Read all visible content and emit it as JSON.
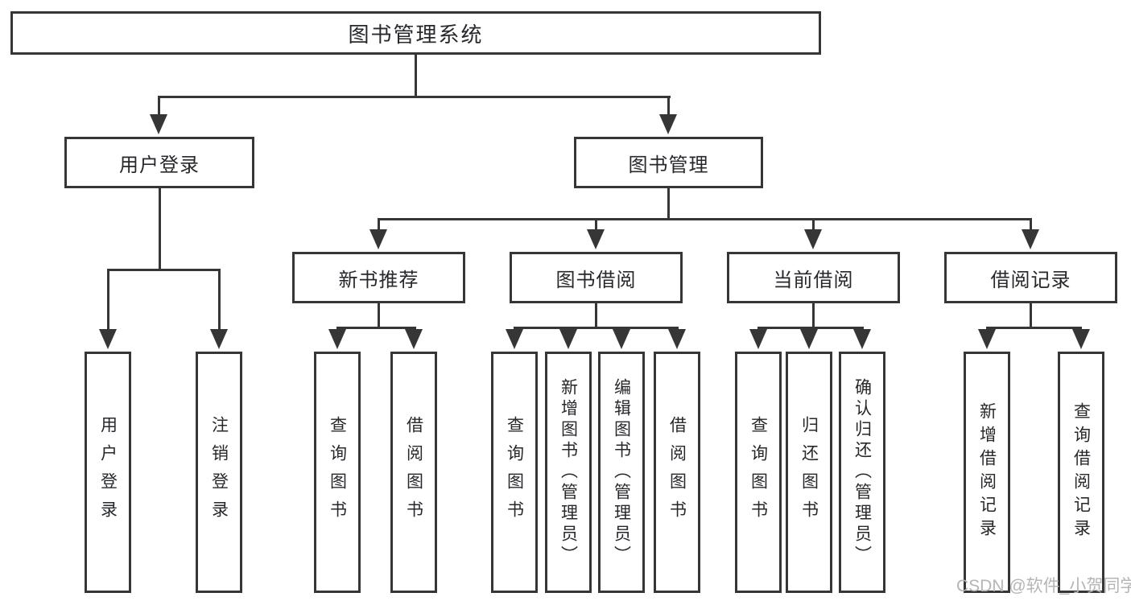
{
  "title": {
    "label": "图书管理系统"
  },
  "level2": [
    {
      "label": "用户登录"
    },
    {
      "label": "图书管理"
    }
  ],
  "level3": [
    {
      "label": "新书推荐"
    },
    {
      "label": "图书借阅"
    },
    {
      "label": "当前借阅"
    },
    {
      "label": "借阅记录"
    }
  ],
  "leaves": [
    {
      "label": "用户登录"
    },
    {
      "label": "注销登录"
    },
    {
      "label": "查询图书"
    },
    {
      "label": "借阅图书"
    },
    {
      "label": "查询图书"
    },
    {
      "label": "新增图书（管理员）"
    },
    {
      "label": "编辑图书（管理员）"
    },
    {
      "label": "借阅图书"
    },
    {
      "label": "查询图书"
    },
    {
      "label": "归还图书"
    },
    {
      "label": "确认归还（管理员）"
    },
    {
      "label": "新增借阅记录"
    },
    {
      "label": "查询借阅记录"
    }
  ],
  "watermark": {
    "text": "CSDN @软件_小贺同学"
  },
  "colors": {
    "line": "#363636",
    "text": "#26282c",
    "box_background": "#ffffff",
    "watermark": "#b5b5b5",
    "page_background": "#ffffff"
  }
}
